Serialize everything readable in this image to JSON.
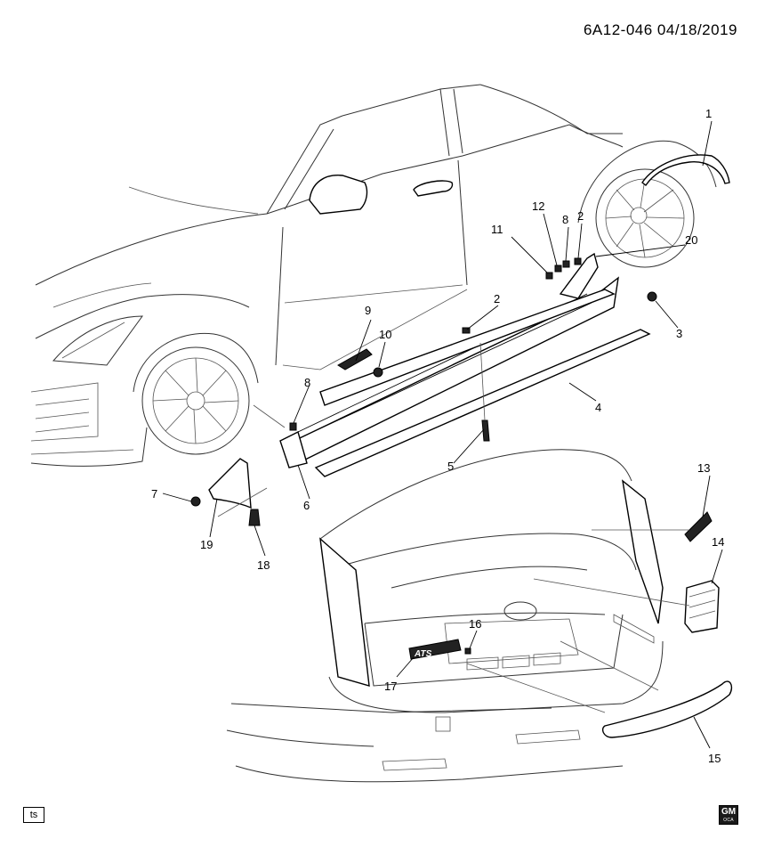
{
  "header": {
    "diagram_code": "6A12-046  04/18/2019"
  },
  "footer": {
    "tag_label": "ts",
    "logo_text": "GM",
    "logo_subtext": "OCA"
  },
  "callouts": [
    {
      "id": "c1",
      "label": "1"
    },
    {
      "id": "c2a",
      "label": "2"
    },
    {
      "id": "c2b",
      "label": "2"
    },
    {
      "id": "c3",
      "label": "3"
    },
    {
      "id": "c4",
      "label": "4"
    },
    {
      "id": "c5",
      "label": "5"
    },
    {
      "id": "c6",
      "label": "6"
    },
    {
      "id": "c7",
      "label": "7"
    },
    {
      "id": "c8a",
      "label": "8"
    },
    {
      "id": "c8b",
      "label": "8"
    },
    {
      "id": "c9",
      "label": "9"
    },
    {
      "id": "c10",
      "label": "10"
    },
    {
      "id": "c11",
      "label": "11"
    },
    {
      "id": "c12",
      "label": "12"
    },
    {
      "id": "c13",
      "label": "13"
    },
    {
      "id": "c14",
      "label": "14"
    },
    {
      "id": "c15",
      "label": "15"
    },
    {
      "id": "c16",
      "label": "16"
    },
    {
      "id": "c17",
      "label": "17"
    },
    {
      "id": "c18",
      "label": "18"
    },
    {
      "id": "c19",
      "label": "19"
    },
    {
      "id": "c20",
      "label": "20"
    }
  ],
  "badge_text": "ATS"
}
